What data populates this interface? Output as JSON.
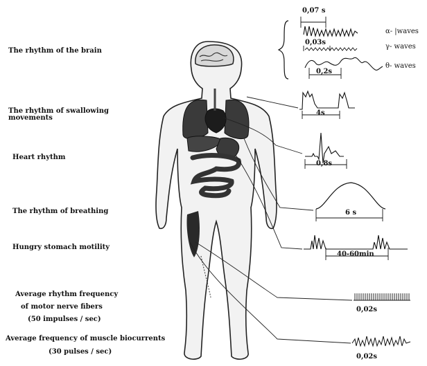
{
  "labels": {
    "brain": "The  rhythm  of  the  brain",
    "swallow_1": "The  rhythm  of  swallowing",
    "swallow_2": "movements",
    "heart": "Heart rhythm",
    "breathing": "The rhythm of breathing",
    "stomach": "Hungry stomach motility",
    "nerve_1": "Average rhythm frequency",
    "nerve_2": "of motor nerve fibers",
    "nerve_3": "(50 impulses / sec)",
    "muscle_1": "Average frequency of muscle biocurrents",
    "muscle_2": "(30 pulses / sec)"
  },
  "brain_waves": {
    "alpha_label": "α- |waves",
    "gamma_label": "γ- waves",
    "theta_label": "θ- waves",
    "alpha_period": "0,07 s",
    "gamma_period": "0,03s",
    "theta_period": "0,2s"
  },
  "periods": {
    "swallow": "4s",
    "heart": "0,8s",
    "breathing": "6 s",
    "stomach": "40-60min",
    "nerve": "0,02s",
    "muscle": "0,02s"
  },
  "colors": {
    "ink": "#111111",
    "body_fill": "#f2f2f2",
    "organ_fill": "#3a3a3a"
  }
}
